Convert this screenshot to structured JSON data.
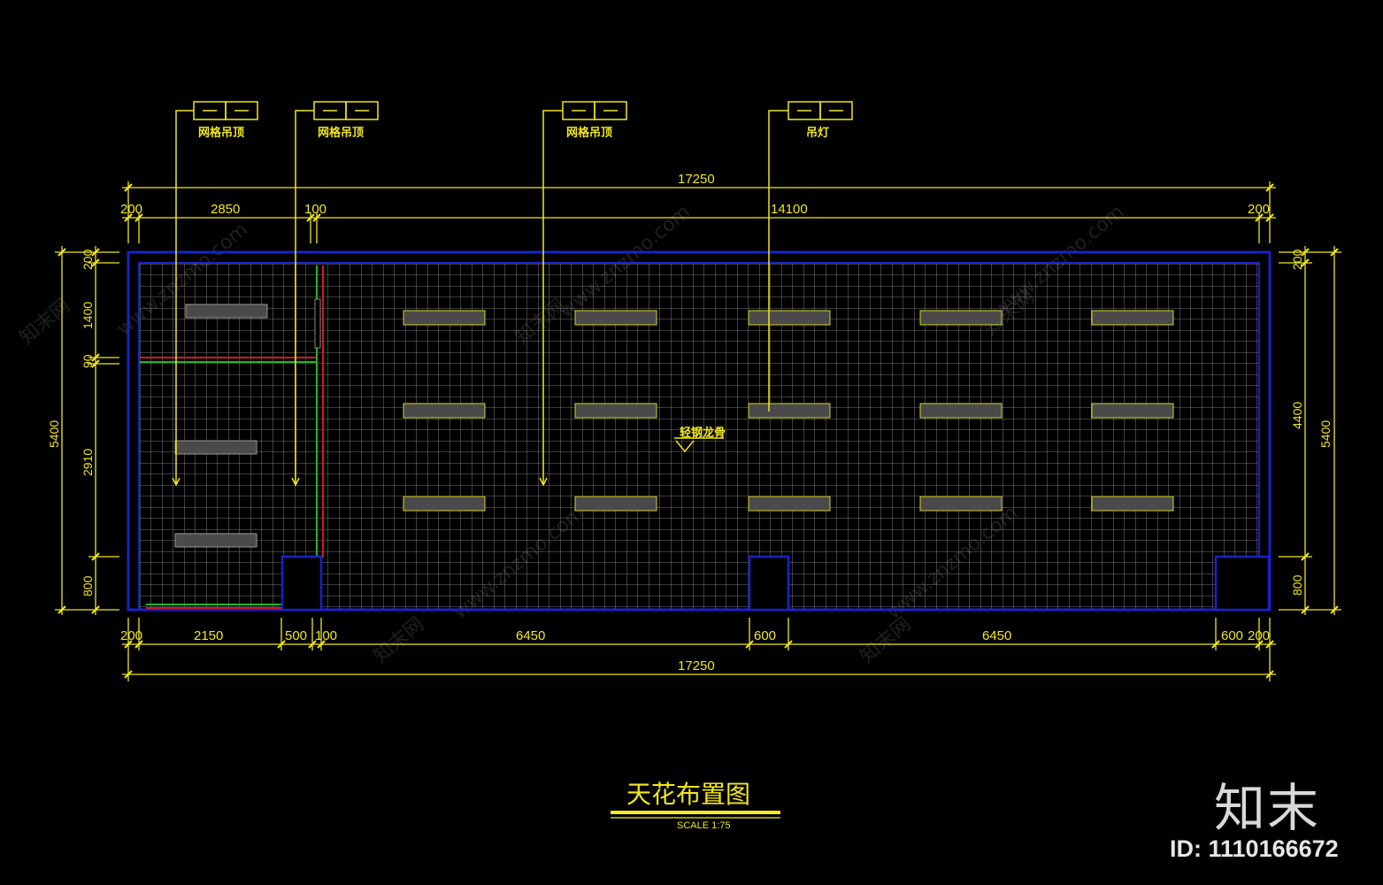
{
  "drawing": {
    "title": "天花布置图",
    "scale": "SCALE 1:75",
    "colors": {
      "dimension": "#f2e81c",
      "wall": "#1a22c8",
      "grid": "#a9a9a9",
      "partition_red": "#c81e1e",
      "partition_green": "#25b025",
      "fixture": "#8a8a8a"
    },
    "top_tags": [
      "网格吊顶",
      "网格吊顶",
      "网格吊顶",
      "吊灯"
    ],
    "center_tag": "轻钢龙骨",
    "dims_top_total": "17250",
    "dims_top_segments": [
      "200",
      "2850",
      "100",
      "14100",
      "200"
    ],
    "dims_bottom_segments": [
      "200",
      "2150",
      "500",
      "100",
      "6450",
      "600",
      "6450",
      "600",
      "200"
    ],
    "dims_bottom_total": "17250",
    "dims_left_segments": [
      "200",
      "1400",
      "90",
      "2910",
      "800"
    ],
    "dims_left_total": "5400",
    "dims_right_segments": [
      "200",
      "4400",
      "800"
    ],
    "dims_right_total": "5400",
    "watermark": [
      "知末网",
      "www.znzmo.com"
    ]
  },
  "brand": "知末",
  "image_id": "ID: 1110166672"
}
